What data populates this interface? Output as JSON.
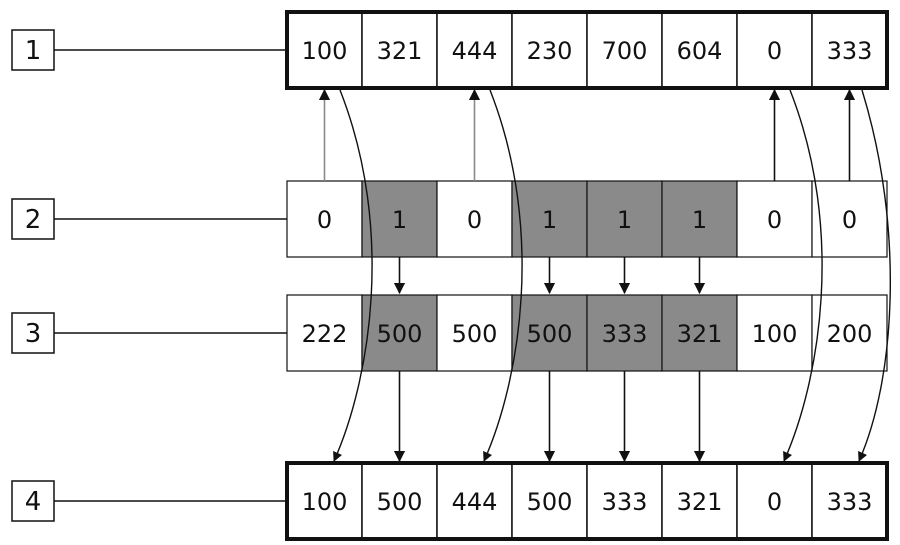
{
  "row_labels": [
    "1",
    "2",
    "3",
    "4"
  ],
  "rows": {
    "row1": {
      "values": [
        "100",
        "321",
        "444",
        "230",
        "700",
        "604",
        "0",
        "333"
      ]
    },
    "row2": {
      "values": [
        "0",
        "1",
        "0",
        "1",
        "1",
        "1",
        "0",
        "0"
      ]
    },
    "row3": {
      "values": [
        "222",
        "500",
        "500",
        "500",
        "333",
        "321",
        "100",
        "200"
      ]
    },
    "row4": {
      "values": [
        "100",
        "500",
        "444",
        "500",
        "333",
        "321",
        "0",
        "333"
      ]
    }
  },
  "colors": {
    "highlight": "#8a8a8a",
    "cell_bg": "#ffffff",
    "line": "#111111",
    "thin_arrow": "#8a8a8a"
  }
}
